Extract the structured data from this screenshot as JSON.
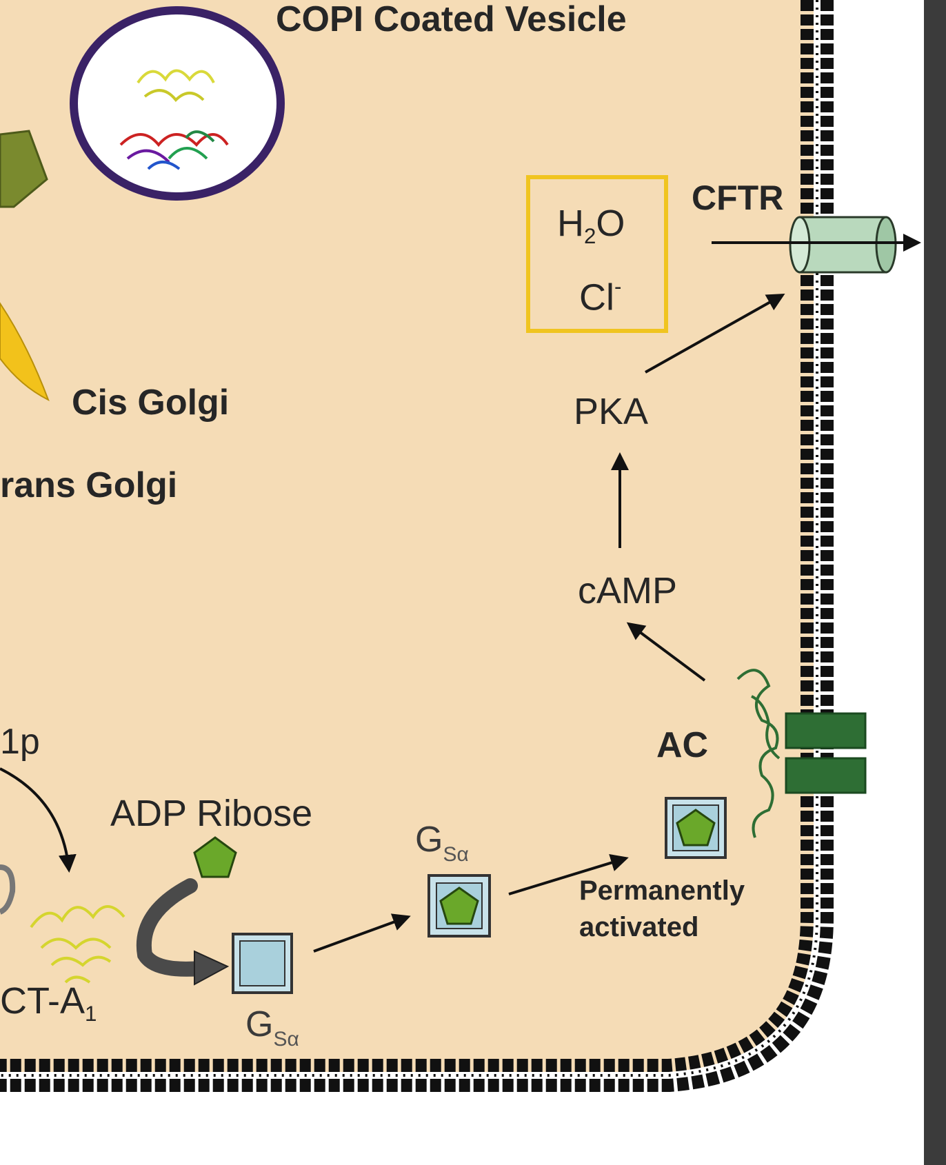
{
  "labels": {
    "copi_vesicle": "COPI Coated Vesicle",
    "cfgr": "CFTR",
    "cis_golgi": "Cis Golgi",
    "trans_golgi": "rans Golgi",
    "pka": "PKA",
    "camp": "cAMP",
    "ac": "AC",
    "sec61p_partial": "1p",
    "adp_ribose": "ADP Ribose",
    "permanently_activated_line1": "Permanently",
    "permanently_activated_line2": "activated",
    "ct_a1_main": "CT-A",
    "ct_a1_sub": "1",
    "gsa_main": "G",
    "gsa_sub": "Sα",
    "h2o_main": "H",
    "h2o_sub": "2",
    "h2o_end": "O",
    "cl_main": "Cl",
    "cl_sup": "-"
  },
  "colors": {
    "cell_fill": "#f5dcb6",
    "membrane": "#111111",
    "vesicle_ring": "#3a2266",
    "golgi_yellow": "#f2c21b",
    "golgi_olive": "#7a8a2e",
    "ion_box": "#f0c420",
    "channel": "#b9d9bd",
    "g_protein_box": "#c8e2ea",
    "pentagon": "#6aa82a",
    "ac_protein": "#2e6e34"
  }
}
